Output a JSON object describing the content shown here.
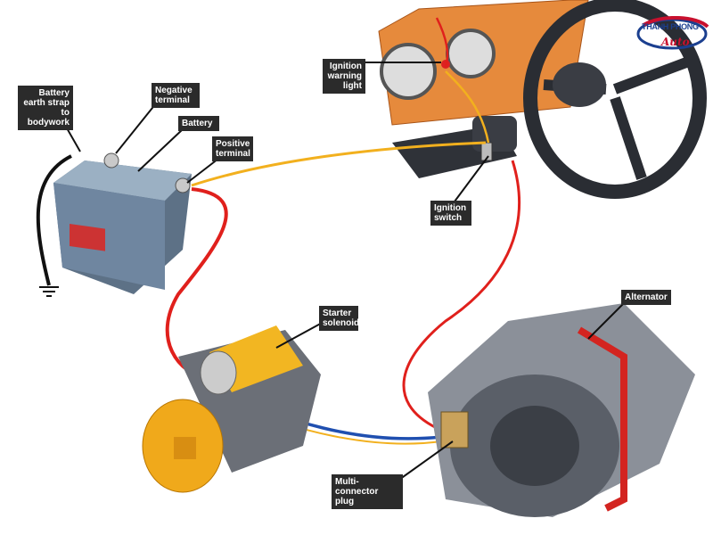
{
  "logo": {
    "line1": "THANH PHONG",
    "line2": "Auto"
  },
  "labels": {
    "earth_strap": "Battery earth strap to bodywork",
    "negative_terminal": "Negative terminal",
    "battery": "Battery",
    "positive_terminal": "Positive terminal",
    "ignition_warning_light": "Ignition warning light",
    "ignition_switch": "Ignition switch",
    "starter_solenoid": "Starter solenoid",
    "alternator": "Alternator",
    "multi_connector_plug": "Multi-connector plug"
  },
  "colors": {
    "red_wire": "#e0201c",
    "yellow_wire": "#f2b01e",
    "blue_wire": "#1f4fb0",
    "dashboard": "#e88a3a",
    "label_bg": "#2b2b2b"
  }
}
